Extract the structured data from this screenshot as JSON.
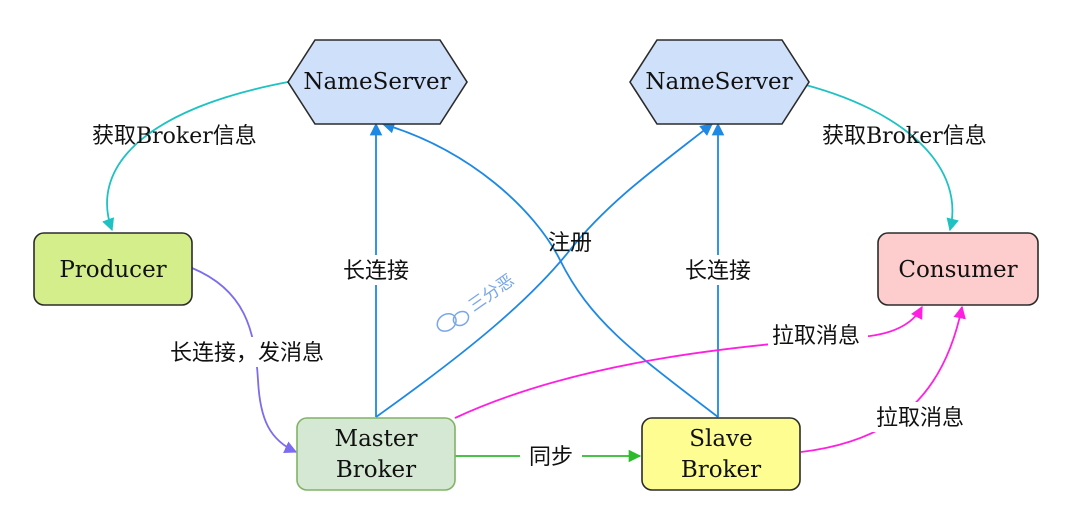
{
  "nodes": {
    "nameserver_left": {
      "label": "NameServer"
    },
    "nameserver_right": {
      "label": "NameServer"
    },
    "producer": {
      "label": "Producer"
    },
    "consumer": {
      "label": "Consumer"
    },
    "master_broker": {
      "line1": "Master",
      "line2": "Broker"
    },
    "slave_broker": {
      "line1": "Slave",
      "line2": "Broker"
    }
  },
  "edges": {
    "producer_get_info": "获取Broker信息",
    "consumer_get_info": "获取Broker信息",
    "producer_to_master": "长连接，发消息",
    "master_long_conn": "长连接",
    "slave_long_conn": "长连接",
    "register": "注册",
    "sync": "同步",
    "pull_master": "拉取消息",
    "pull_slave": "拉取消息"
  },
  "watermark": "三分恶",
  "colors": {
    "blue": "#1e88e5",
    "teal": "#1fc2c2",
    "purple": "#7b6cf0",
    "magenta": "#ff1fe0",
    "green": "#2dbb2d",
    "nameserver_fill": "#cfe0fb",
    "producer_fill": "#d4ee8c",
    "consumer_fill": "#fdcdcd",
    "master_fill": "#d5e8d4",
    "slave_fill": "#fdfd92"
  }
}
